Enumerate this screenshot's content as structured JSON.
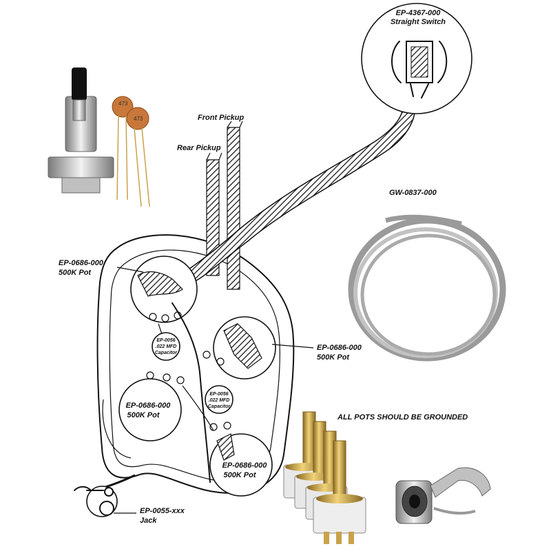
{
  "labels": {
    "switch_part": "EP-4367-000",
    "switch_name": "Straight Switch",
    "front_pickup": "Front Pickup",
    "rear_pickup": "Rear Pickup",
    "wire_part": "GW-0837-000",
    "pot_top_left_part": "EP-0686-000",
    "pot_top_left_value": "500K Pot",
    "pot_right_part": "EP-0686-000",
    "pot_right_value": "500K Pot",
    "pot_bottom_left_part": "EP-0686-000",
    "pot_bottom_left_value": "500K Pot",
    "pot_bottom_right_part": "EP-0686-000",
    "pot_bottom_right_value": "500K Pot",
    "cap1_part": "EP-0056",
    "cap1_value": ".022 MFD",
    "cap1_name": "Capacitor",
    "cap2_part": "EP-0056",
    "cap2_value": ".022 MFD",
    "cap2_name": "Capacitor",
    "jack_part": "EP-0055-xxx",
    "jack_name": "Jack",
    "note": "ALL POTS SHOULD BE GROUNDED",
    "cap_marking": "473"
  },
  "colors": {
    "ink": "#111111",
    "capacitor": "#c9773a",
    "brass": "#c9a24a",
    "chrome": "#c8c8c8",
    "braid": "#b5b5b5"
  }
}
